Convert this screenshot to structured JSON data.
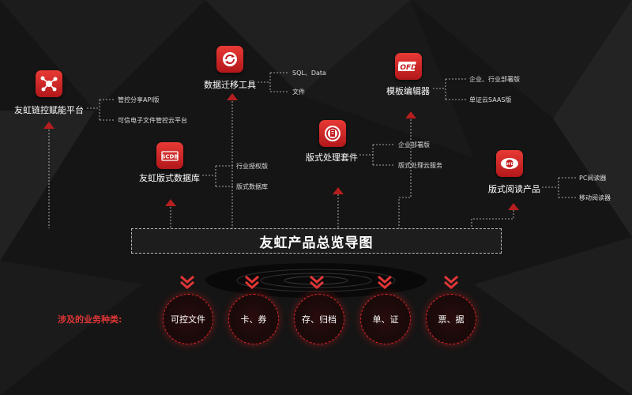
{
  "title": "友虹产品总览导图",
  "business_label": "涉及的业务种类:",
  "products": [
    {
      "name": "友虹链控赋能平台",
      "icon": "network-nodes-icon",
      "subs": [
        "管控分享API版",
        "可信电子文件管控云平台"
      ]
    },
    {
      "name": "数据迁移工具",
      "icon": "refresh-arrows-icon",
      "subs": [
        "SQL、Data",
        "文件"
      ]
    },
    {
      "name": "模板编辑器",
      "icon": "ofd-logo-icon",
      "subs": [
        "企业、行业部署版",
        "单证云SAAS版"
      ]
    },
    {
      "name": "友虹版式数据库",
      "icon": "scdb-logo-icon",
      "subs": [
        "行业授权版",
        "版式数据库"
      ]
    },
    {
      "name": "版式处理套件",
      "icon": "circle-document-icon",
      "subs": [
        "企业部署版",
        "版式处理云服务"
      ]
    },
    {
      "name": "版式阅读产品",
      "icon": "eye-ofd-icon",
      "subs": [
        "PC阅读器",
        "移动阅读器"
      ]
    }
  ],
  "categories": [
    "可控文件",
    "卡、券",
    "存、归档",
    "单、证",
    "票、据"
  ],
  "colors": {
    "accent": "#d6262a",
    "background": "#151515"
  }
}
